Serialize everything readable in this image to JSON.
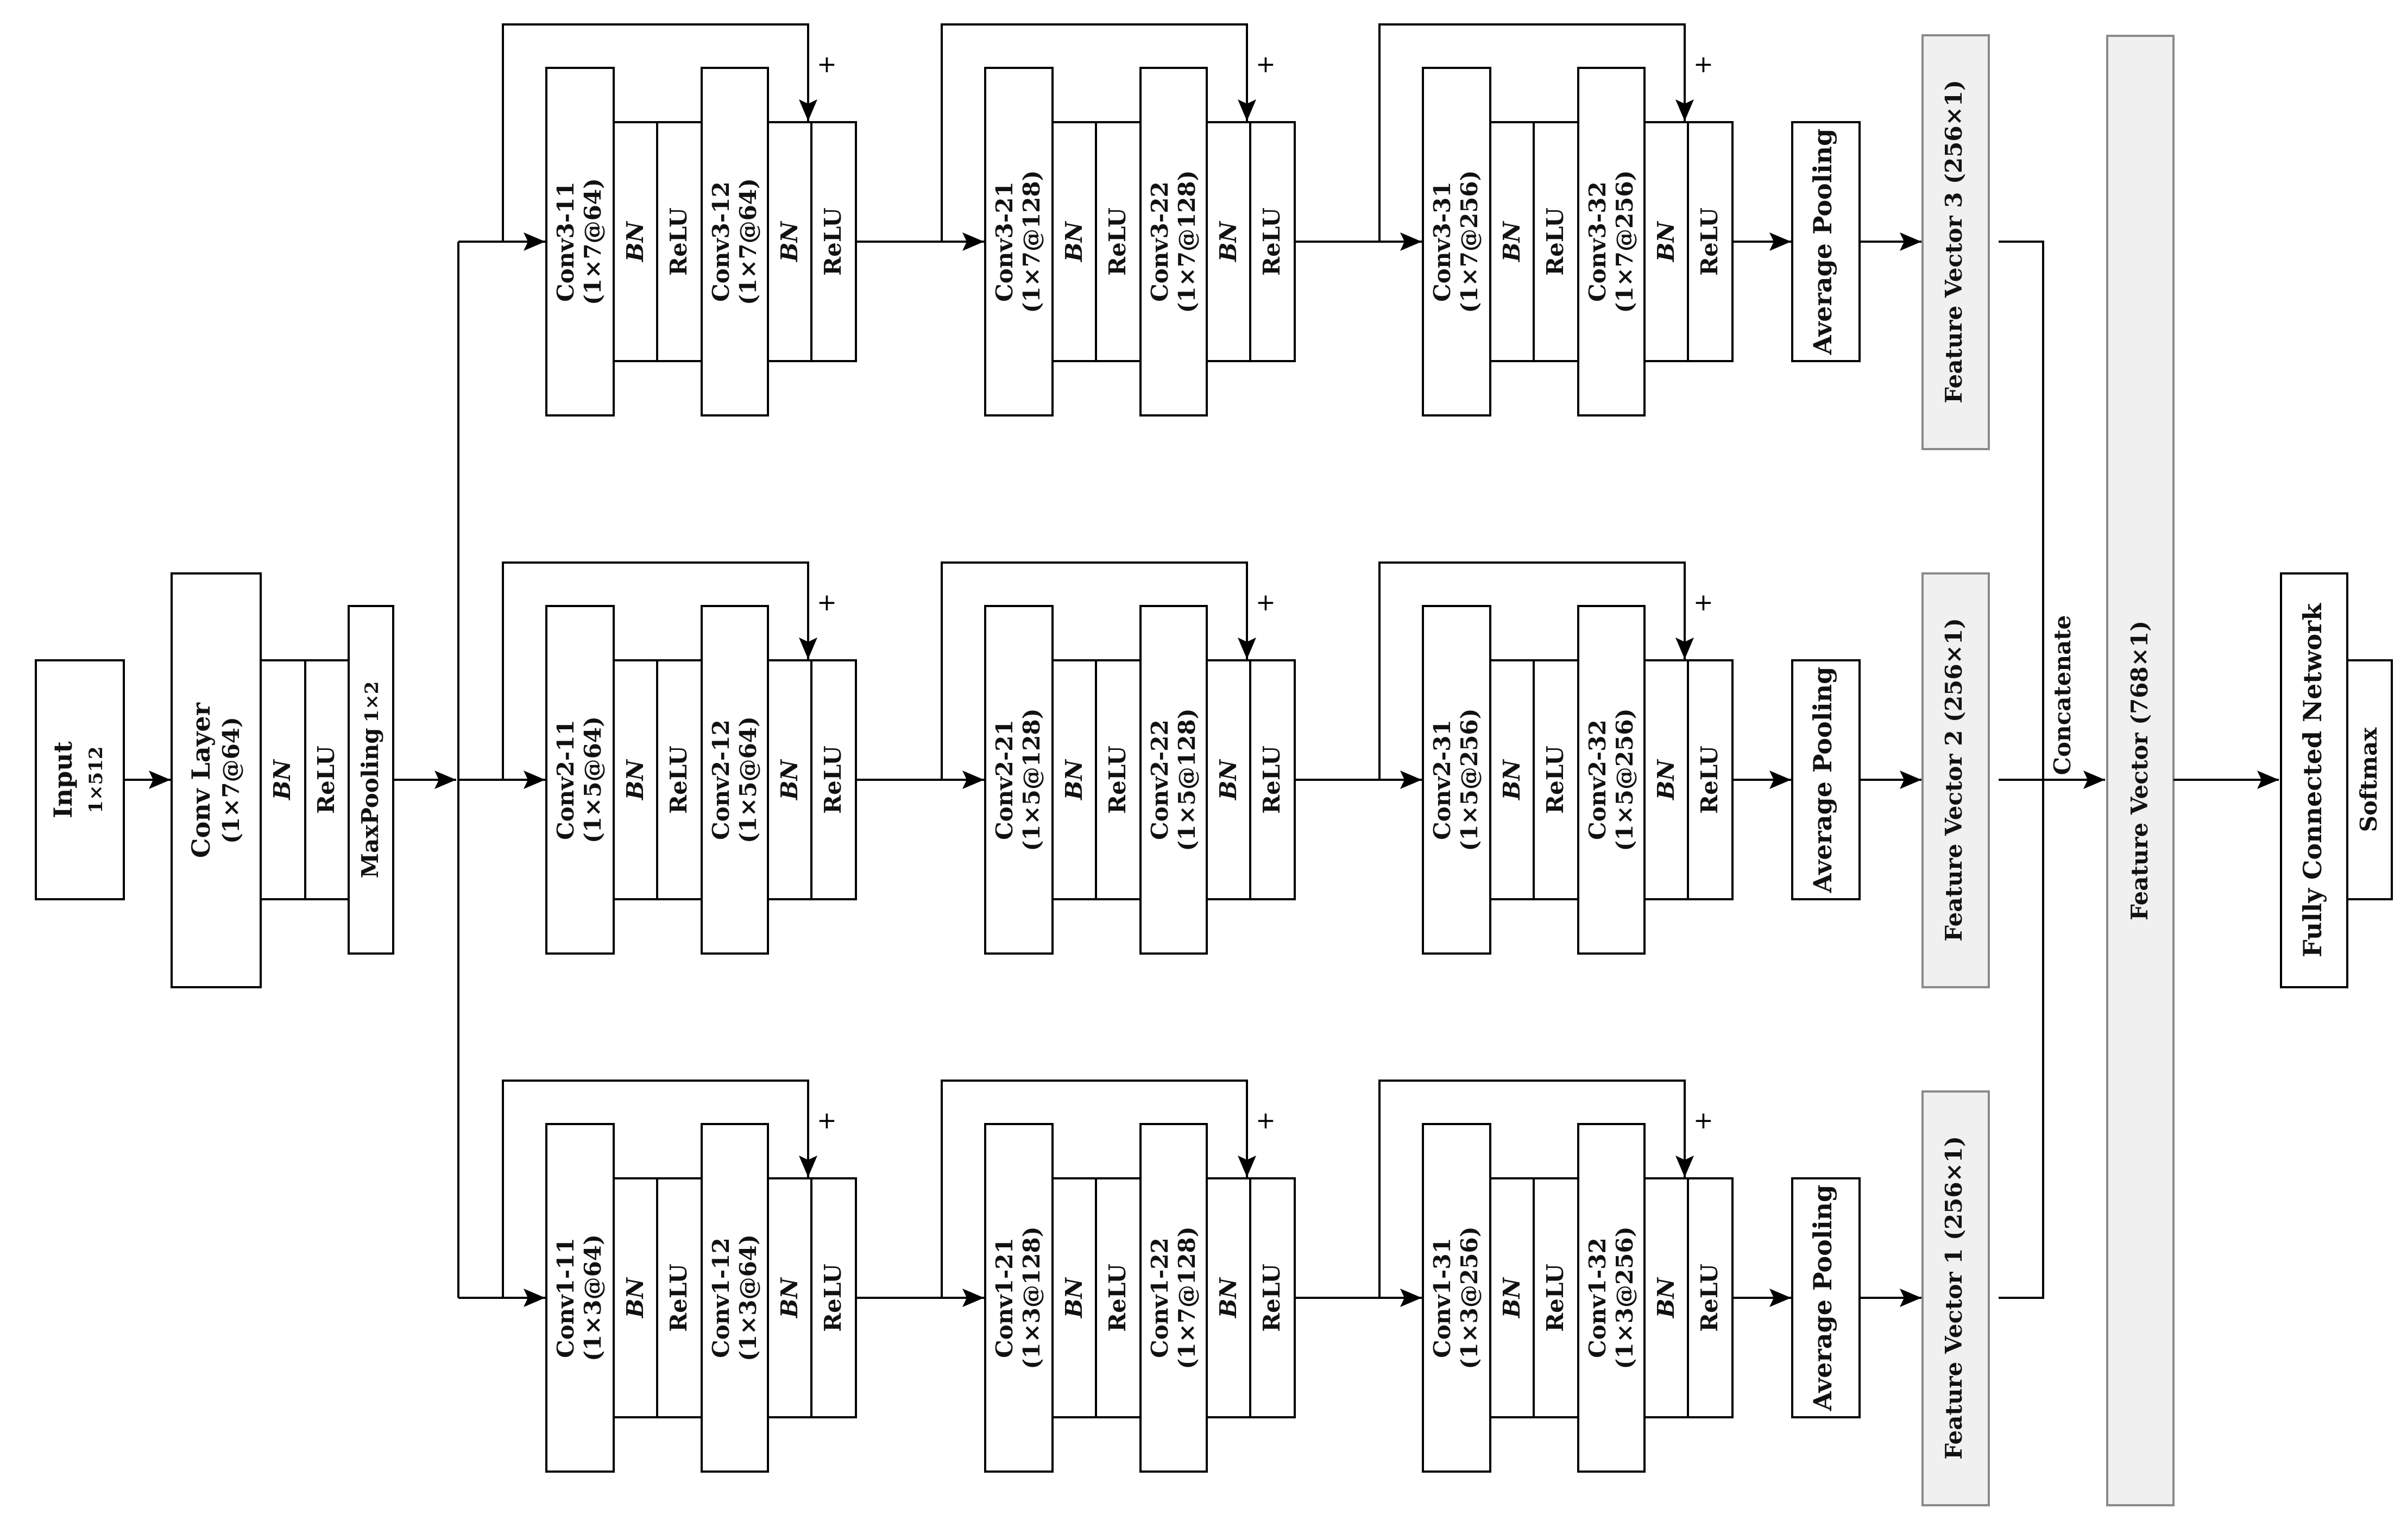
{
  "input": {
    "title": "Input",
    "dims": "1×512"
  },
  "stem": {
    "conv_title": "Conv Layer",
    "conv_params": "(1×7@64)",
    "bn": "BN",
    "relu": "ReLU",
    "maxpool": "MaxPooling",
    "maxpool_dims": "1×2"
  },
  "branches": [
    {
      "id": "branch-3",
      "blocks": [
        {
          "c1": "Conv3-11",
          "p1": "(1×7@64)",
          "c2": "Conv3-12",
          "p2": "(1×7@64)"
        },
        {
          "c1": "Conv3-21",
          "p1": "(1×7@128)",
          "c2": "Conv3-22",
          "p2": "(1×7@128)"
        },
        {
          "c1": "Conv3-31",
          "p1": "(1×7@256)",
          "c2": "Conv3-32",
          "p2": "(1×7@256)"
        }
      ],
      "pool": "Average Pooling",
      "feature": "Feature Vector 3 (256×1)"
    },
    {
      "id": "branch-2",
      "blocks": [
        {
          "c1": "Conv2-11",
          "p1": "(1×5@64)",
          "c2": "Conv2-12",
          "p2": "(1×5@64)"
        },
        {
          "c1": "Conv2-21",
          "p1": "(1×5@128)",
          "c2": "Conv2-22",
          "p2": "(1×5@128)"
        },
        {
          "c1": "Conv2-31",
          "p1": "(1×5@256)",
          "c2": "Conv2-32",
          "p2": "(1×5@256)"
        }
      ],
      "pool": "Average Pooling",
      "feature": "Feature Vector 2 (256×1)"
    },
    {
      "id": "branch-1",
      "blocks": [
        {
          "c1": "Conv1-11",
          "p1": "(1×3@64)",
          "c2": "Conv1-12",
          "p2": "(1×3@64)"
        },
        {
          "c1": "Conv1-21",
          "p1": "(1×3@128)",
          "c2": "Conv1-22",
          "p2": "(1×7@128)"
        },
        {
          "c1": "Conv1-31",
          "p1": "(1×3@256)",
          "c2": "Conv1-32",
          "p2": "(1×3@256)"
        }
      ],
      "pool": "Average Pooling",
      "feature": "Feature Vector 1 (256×1)"
    }
  ],
  "block_labels": {
    "bn": "BN",
    "relu": "ReLU",
    "plus": "+"
  },
  "concat_label": "Concatenate",
  "merged_feature": "Feature Vector (768×1)",
  "head": {
    "fc": "Fully Connected Network",
    "softmax": "Softmax"
  }
}
